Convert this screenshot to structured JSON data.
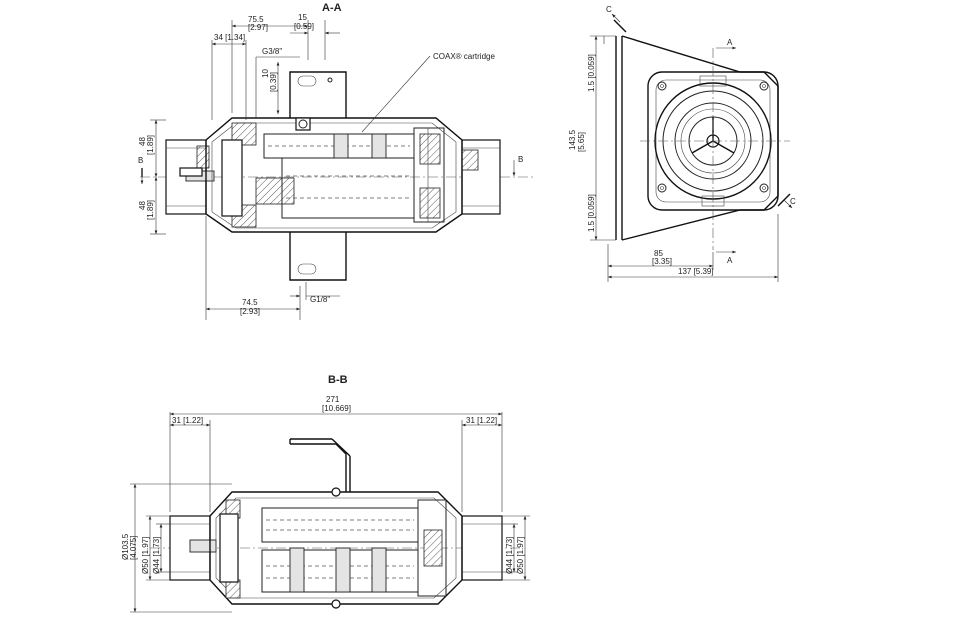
{
  "views": {
    "aa": {
      "title": "A-A",
      "callout": "COAX® cartridge",
      "dims": {
        "d75_5": "75.5",
        "d75_5_in": "[2.97]",
        "d15": "15",
        "d15_in": "[0.59]",
        "d34": "34 [1.34]",
        "g38": "G3/8\"",
        "d10": "10",
        "d10_in": "[0.39]",
        "d48a": "48",
        "d48a_in": "[1.89]",
        "d48b": "48",
        "d48b_in": "[1.89]",
        "d74_5": "74.5",
        "d74_5_in": "[2.93]",
        "g18": "G1/8\""
      },
      "section_b": "B"
    },
    "side": {
      "section_a": "A",
      "section_c": "C",
      "dims": {
        "d1_5a": "1.5 [0.059]",
        "d143_5": "143.5",
        "d143_5_in": "[5.65]",
        "d1_5b": "1.5 [0.059]",
        "d85": "85",
        "d85_in": "[3.35]",
        "d137": "137 [5.39]"
      }
    },
    "bb": {
      "title": "B-B",
      "dims": {
        "d271": "271",
        "d271_in": "[10.669]",
        "d31l": "31 [1.22]",
        "d31r": "31 [1.22]",
        "d103": "Ø103.5",
        "d103_in": "[4.075]",
        "d50l": "Ø50 [1.97]",
        "d44l": "Ø44 [1.73]",
        "d44r": "Ø44 [1.73]",
        "d50r": "Ø50 [1.97]"
      }
    }
  }
}
